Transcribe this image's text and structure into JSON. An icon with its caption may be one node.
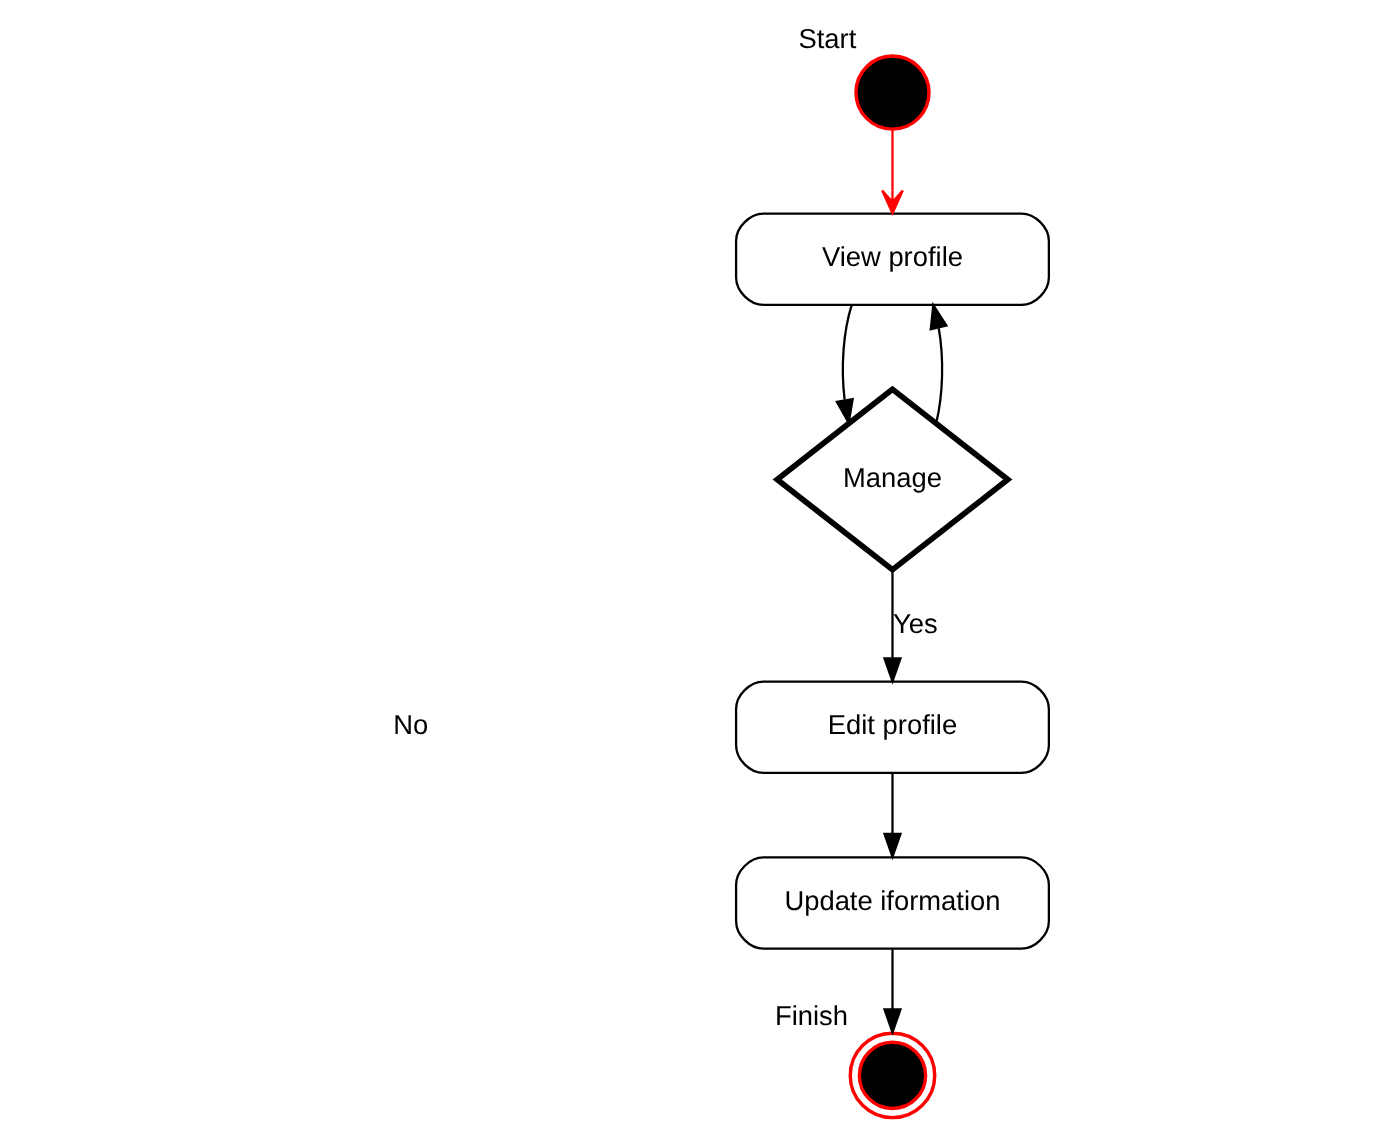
{
  "diagram": {
    "nodes": [
      {
        "text": [],
        "shape": "circle",
        "beside": [
          "Start"
        ]
      },
      {
        "text": [
          "View profile"
        ]
      },
      {
        "text": [
          "Manage"
        ]
      },
      {
        "text": [
          "Edit profile"
        ]
      },
      {
        "text": [
          "Update iformation"
        ]
      },
      {
        "text": [],
        "shape": "circle",
        "beside": [
          "Finish"
        ]
      }
    ],
    "edges": [
      {
        "from": 0,
        "to": 1,
        "arrow": "to",
        "color": "#ff0000"
      },
      {
        "from": 1,
        "to": 2,
        "arrow": "to"
      },
      {
        "from": 2,
        "to": 1,
        "arrow": "to"
      },
      {
        "from": 2,
        "to": 3,
        "arrow": "to",
        "label": "Yes"
      },
      {
        "from": 3,
        "to": 4,
        "arrow": "to"
      },
      {
        "from": 4,
        "to": 5,
        "arrow": "to"
      }
    ],
    "labels": [
      "No"
    ]
  }
}
